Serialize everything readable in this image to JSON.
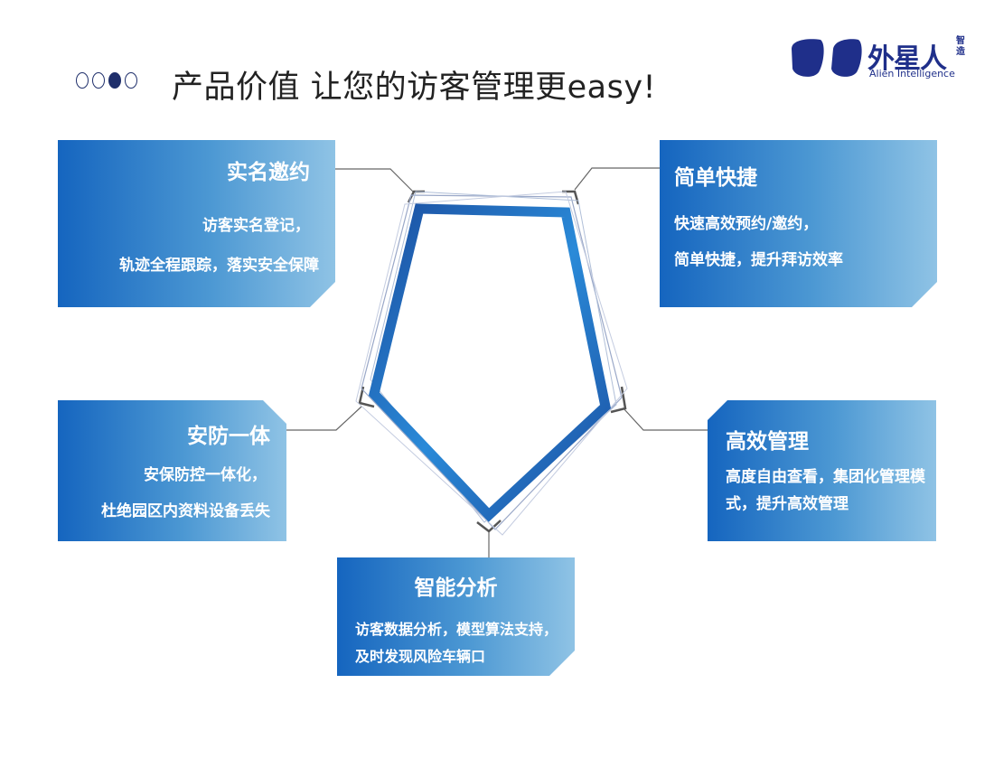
{
  "header": {
    "title": "产品价值 让您的访客管理更easy!",
    "dots": [
      "empty",
      "empty",
      "filled",
      "empty"
    ]
  },
  "logo": {
    "name": "外星人",
    "badge": "智造",
    "subtitle": "Alien Intelligence",
    "color": "#1f2f8a"
  },
  "colors": {
    "card_start": "#1565bf",
    "card_end": "#8fc3e5",
    "frame_dark": "#1b4ea0",
    "frame_light": "#3aa0e8"
  },
  "cards": {
    "realname": {
      "title": "实名邀约",
      "lines": [
        "访客实名登记，",
        "轨迹全程跟踪，落实安全保障"
      ]
    },
    "quick": {
      "title": "简单快捷",
      "lines": [
        "快速高效预约/邀约，",
        "简单快捷，提升拜访效率"
      ]
    },
    "security": {
      "title": "安防一体",
      "lines": [
        "安保防控一体化，",
        "杜绝园区内资料设备丢失"
      ]
    },
    "efficient": {
      "title": "高效管理",
      "lines": [
        "高度自由查看，集团化管理模",
        "式，提升高效管理"
      ]
    },
    "analysis": {
      "title": "智能分析",
      "lines": [
        "访客数据分析，模型算法支持，",
        "及时发现风险车辆口"
      ]
    }
  }
}
